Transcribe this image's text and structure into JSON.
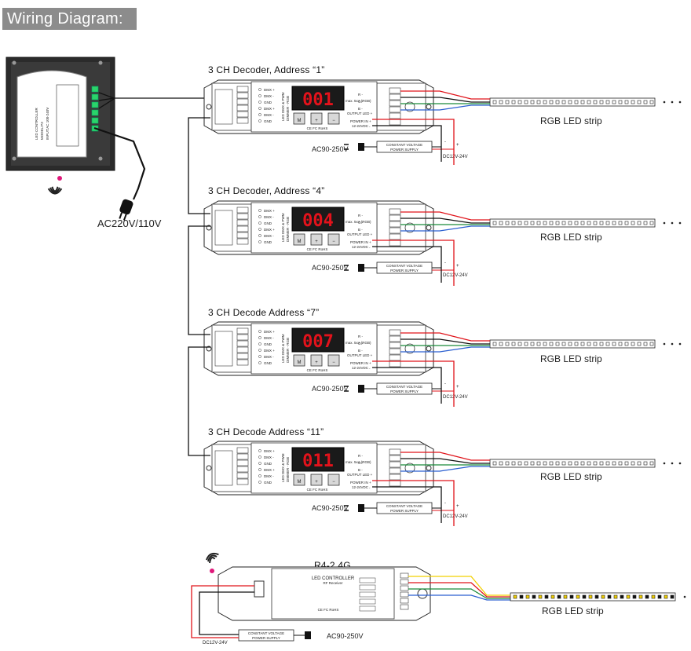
{
  "title": "Wiring Diagram:",
  "controller": {
    "mains_label": "AC220V/110V",
    "panel_text": [
      "LED CONTROLLER",
      "MODEL:P3",
      "INPUT:AC 100-240V"
    ]
  },
  "decoders": [
    {
      "heading": "3 CH Decoder, Address “1”",
      "display": "001",
      "strip_label": "RGB LED strip",
      "psu_input": "AC90-250V",
      "psu_label": [
        "CONSTANT VOLTAGE",
        "POWER SUPPLY"
      ],
      "dc_label": "DC12V-24V"
    },
    {
      "heading": "3 CH Decoder, Address “4”",
      "display": "004",
      "strip_label": "RGB LED strip",
      "psu_input": "AC90-250V",
      "psu_label": [
        "CONSTANT VOLTAGE",
        "POWER SUPPLY"
      ],
      "dc_label": "DC12V-24V"
    },
    {
      "heading": "3 CH Decode   Address “7”",
      "display": "007",
      "strip_label": "RGB LED strip",
      "psu_input": "AC90-250V",
      "psu_label": [
        "CONSTANT VOLTAGE",
        "POWER SUPPLY"
      ],
      "dc_label": "DC12V-24V"
    },
    {
      "heading": "3 CH Decode   Address “11”",
      "display": "011",
      "strip_label": "RGB LED strip",
      "psu_input": "AC90-250V",
      "psu_label": [
        "CONSTANT VOLTAGE",
        "POWER SUPPLY"
      ],
      "dc_label": "DC12V-24V"
    }
  ],
  "decoder_panel": {
    "model_text": [
      "LED DMX & PWM",
      "DIMMER - RGB"
    ],
    "left_terminals": [
      "DMX +",
      "DMX -",
      "GND",
      "DMX +",
      "DMX -",
      "GND"
    ],
    "buttons": [
      "M",
      "+",
      "−"
    ],
    "cert": "CE FC RoHS",
    "right_text": [
      "R -",
      "G -",
      "B -",
      "OUTPUT LED +",
      "POWER IN +",
      "-"
    ],
    "max_text": "max. 5xA (RGB)",
    "volt_text": "12-24VDC"
  },
  "receiver": {
    "heading": "R4-2.4G",
    "panel_title": [
      "LED CONTROLLER",
      "RF Receiver"
    ],
    "cert": "CE FC RoHS",
    "strip_label": "RGB LED strip",
    "psu_input": "AC90-250V",
    "psu_label": [
      "CONSTANT VOLTAGE",
      "POWER SUPPLY"
    ],
    "dc_label": "DC12V-24V"
  },
  "colors": {
    "red": "#e0141b",
    "green": "#1a8a3a",
    "blue": "#2a5fd0",
    "black": "#111111",
    "yellow": "#f2d000",
    "grey": "#8c8c8c"
  }
}
